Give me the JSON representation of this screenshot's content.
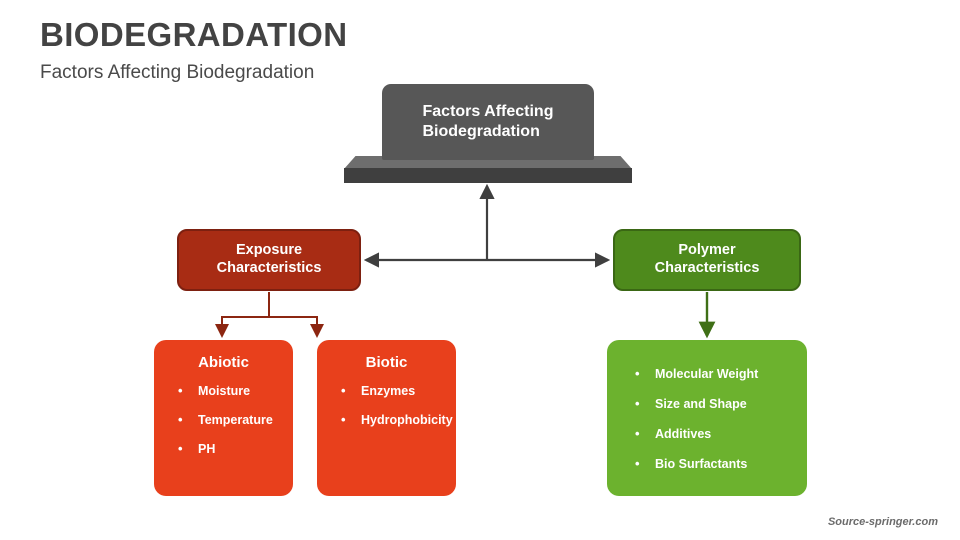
{
  "header": {
    "title": "BIODEGRADATION",
    "subtitle": "Factors Affecting Biodegradation"
  },
  "footer": {
    "source": "Source-springer.com"
  },
  "diagram": {
    "root": {
      "label": "Factors Affecting\nBiodegradation",
      "color": "#575757",
      "pedestal_top_color": "#6e6e6e",
      "pedestal_front_color": "#3f3f3f"
    },
    "branches": [
      {
        "label": "Exposure\nCharacteristics",
        "color": "#a82c14",
        "border_color": "#7d2010",
        "connector_color": "#8c2611"
      },
      {
        "label": "Polymer\nCharacteristics",
        "color": "#4e8a1c",
        "border_color": "#3a6714",
        "connector_color": "#3f6f16"
      }
    ],
    "leaves": [
      {
        "heading": "Abiotic",
        "color": "#e8401c",
        "items": [
          "Moisture",
          "Temperature",
          "PH"
        ]
      },
      {
        "heading": "Biotic",
        "color": "#e8401c",
        "items": [
          "Enzymes",
          "Hydrophobicity"
        ]
      },
      {
        "heading": "",
        "color": "#6cb22e",
        "items": [
          "Molecular Weight",
          "Size and Shape",
          "Additives",
          "Bio Surfactants"
        ]
      }
    ],
    "connector_main_color": "#3f3f3f"
  }
}
